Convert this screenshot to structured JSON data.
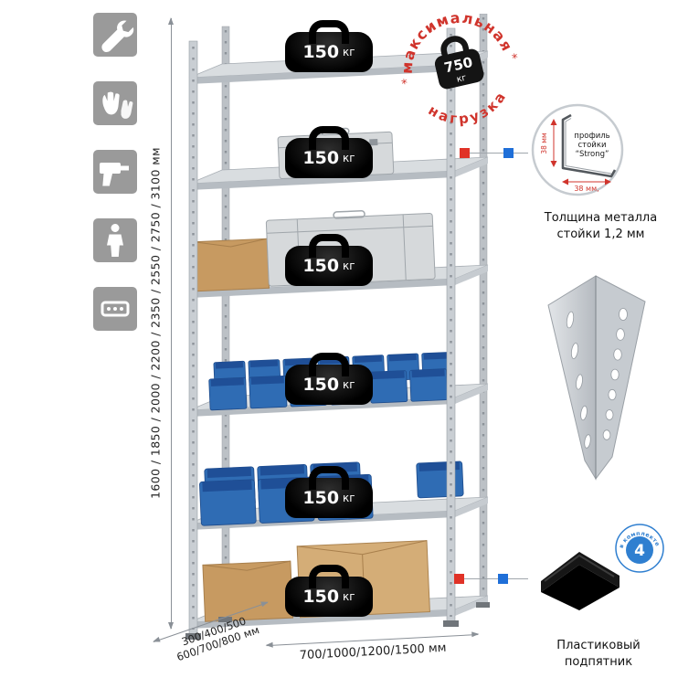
{
  "colors": {
    "accent_red": "#e03227",
    "accent_blue": "#1f6fd8",
    "stamp_red": "#d0342c",
    "bin_blue": "#2f6cb4",
    "weight_black": "#111111",
    "metal_gray": "#c9ced3",
    "icon_gray": "#9a9a9a",
    "box_tan": "#c79a61"
  },
  "side_icons": [
    {
      "name": "wrench-icon"
    },
    {
      "name": "gloves-icon"
    },
    {
      "name": "drill-icon"
    },
    {
      "name": "person-icon"
    },
    {
      "name": "perforated-post-icon"
    }
  ],
  "shelves": [
    {
      "load_value": "150",
      "load_unit": "кг"
    },
    {
      "load_value": "150",
      "load_unit": "кг"
    },
    {
      "load_value": "150",
      "load_unit": "кг"
    },
    {
      "load_value": "150",
      "load_unit": "кг"
    },
    {
      "load_value": "150",
      "load_unit": "кг"
    },
    {
      "load_value": "150",
      "load_unit": "кг"
    }
  ],
  "max_load_stamp": {
    "arc_top": "максимальная",
    "arc_bottom": "нагрузка",
    "value": "750",
    "unit": "кг",
    "star": "*"
  },
  "profile_callout": {
    "line1": "профиль",
    "line2": "стойки",
    "line3": "“Strong”",
    "dim_vertical": "38 мм",
    "dim_horizontal": "38 мм,",
    "caption_line1": "Толщина металла",
    "caption_line2": "стойки 1,2 мм"
  },
  "foot_callout": {
    "badge_value": "4",
    "badge_text": "в комплекте",
    "caption_line1": "Пластиковый",
    "caption_line2": "подпятник"
  },
  "dimensions": {
    "height": "1600 / 1850 / 2000 / 2200 / 2350 / 2550 / 2750 / 3100 мм",
    "depth_line1": "300/400/500",
    "depth_line2": "600/700/800 мм",
    "width": "700/1000/1200/1500 мм"
  }
}
